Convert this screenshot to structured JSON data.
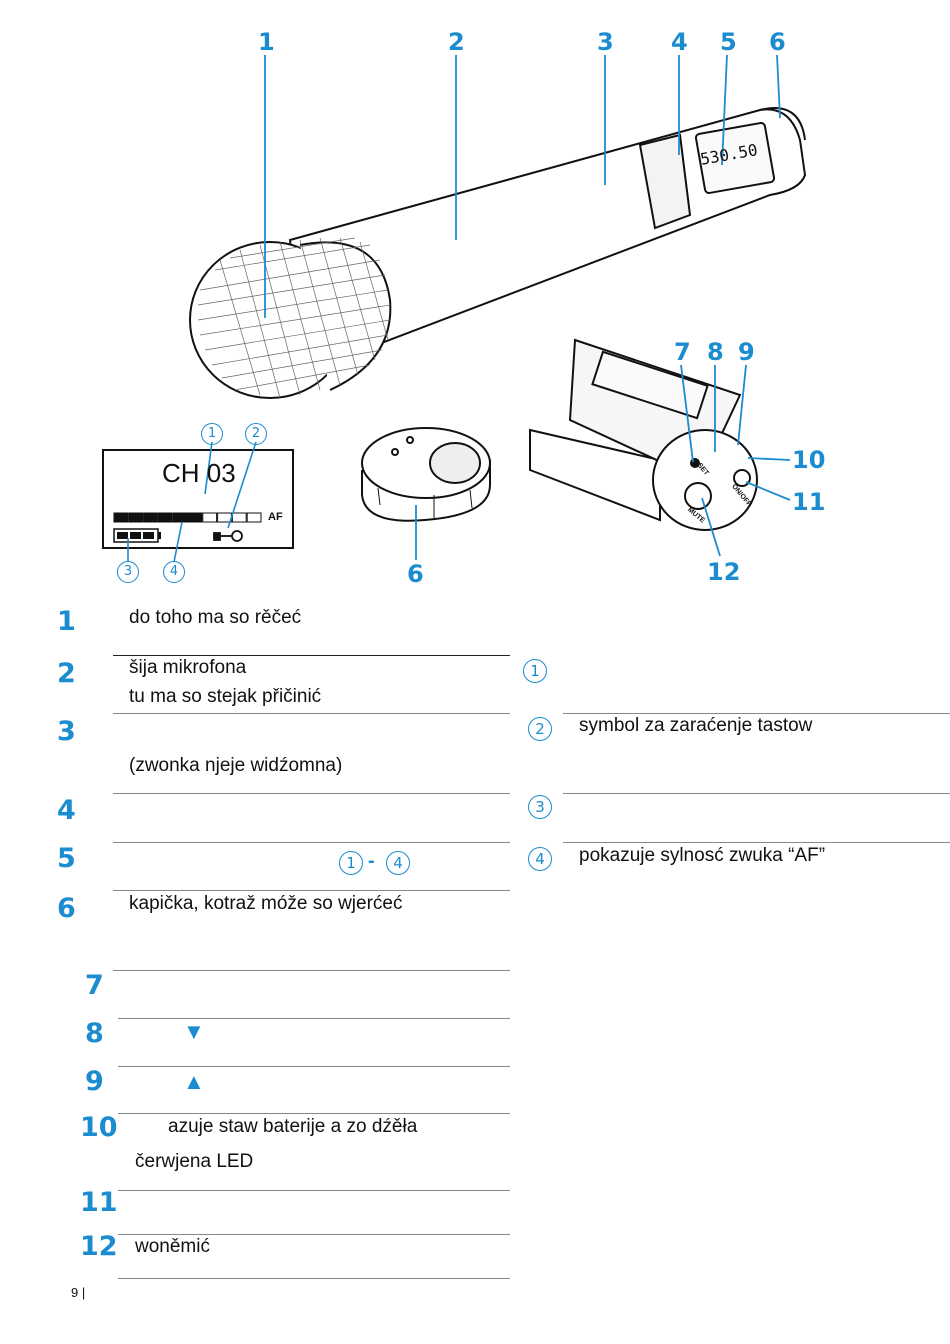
{
  "figure": {
    "callouts_top": [
      "1",
      "2",
      "3",
      "4",
      "5",
      "6"
    ],
    "callouts_bottom": [
      "7",
      "8",
      "9",
      "10",
      "11",
      "12"
    ],
    "cap_callout": "6",
    "display": {
      "channel_text": "CH 03",
      "af_label": "AF",
      "marker_1": "1",
      "marker_2": "2",
      "marker_3": "3",
      "marker_4": "4",
      "audio_level_segments": 6,
      "audio_level_total": 10,
      "battery_segments": 3
    },
    "mic_display_text": "530.50",
    "button_labels": {
      "set": "SET",
      "mute": "MUTE",
      "on_off": "ON/OFF"
    }
  },
  "left_list": [
    {
      "num": "1",
      "lines": [
        "do toho ma so rěčeć"
      ]
    },
    {
      "num": "2",
      "lines": [
        "šija mikrofona",
        "tu ma so stejak přičinić"
      ]
    },
    {
      "num": "3",
      "lines": [
        "",
        "(zwonka njeje widźomna)"
      ]
    },
    {
      "num": "4",
      "lines": [
        ""
      ]
    },
    {
      "num": "5",
      "lines": [
        ""
      ],
      "range_from": "1",
      "range_sep": "-",
      "range_to": "4"
    },
    {
      "num": "6",
      "lines": [
        "kapička, kotraž móže so wjerćeć"
      ]
    },
    {
      "num": "7",
      "lines": [
        ""
      ]
    },
    {
      "num": "8",
      "lines": [
        ""
      ],
      "arrow": "▼"
    },
    {
      "num": "9",
      "lines": [
        ""
      ],
      "arrow": "▲"
    },
    {
      "num": "10",
      "lines": [
        "azuje staw baterije a zo dźěła",
        "čerwjena LED"
      ]
    },
    {
      "num": "11",
      "lines": [
        ""
      ]
    },
    {
      "num": "12",
      "lines": [
        "woněmić"
      ]
    }
  ],
  "right_list": [
    {
      "num": "1",
      "text": ""
    },
    {
      "num": "2",
      "text": "symbol za zaraćenje tastow"
    },
    {
      "num": "3",
      "text": ""
    },
    {
      "num": "4",
      "text": "pokazuje sylnosć zwuka “AF”"
    }
  ],
  "page_number": "9"
}
